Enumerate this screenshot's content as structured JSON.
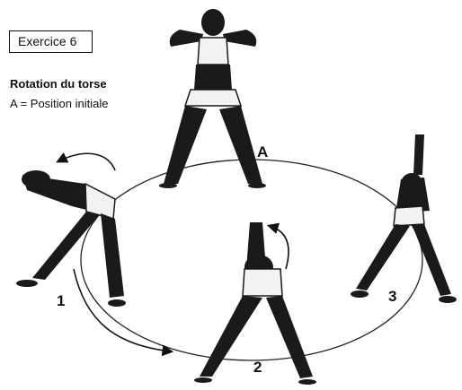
{
  "exercise": {
    "title": "Exercice 6",
    "subtitle": "Rotation du torse",
    "legend": "A = Position initiale"
  },
  "positions": {
    "start": "A",
    "p1": "1",
    "p2": "2",
    "p3": "3"
  }
}
